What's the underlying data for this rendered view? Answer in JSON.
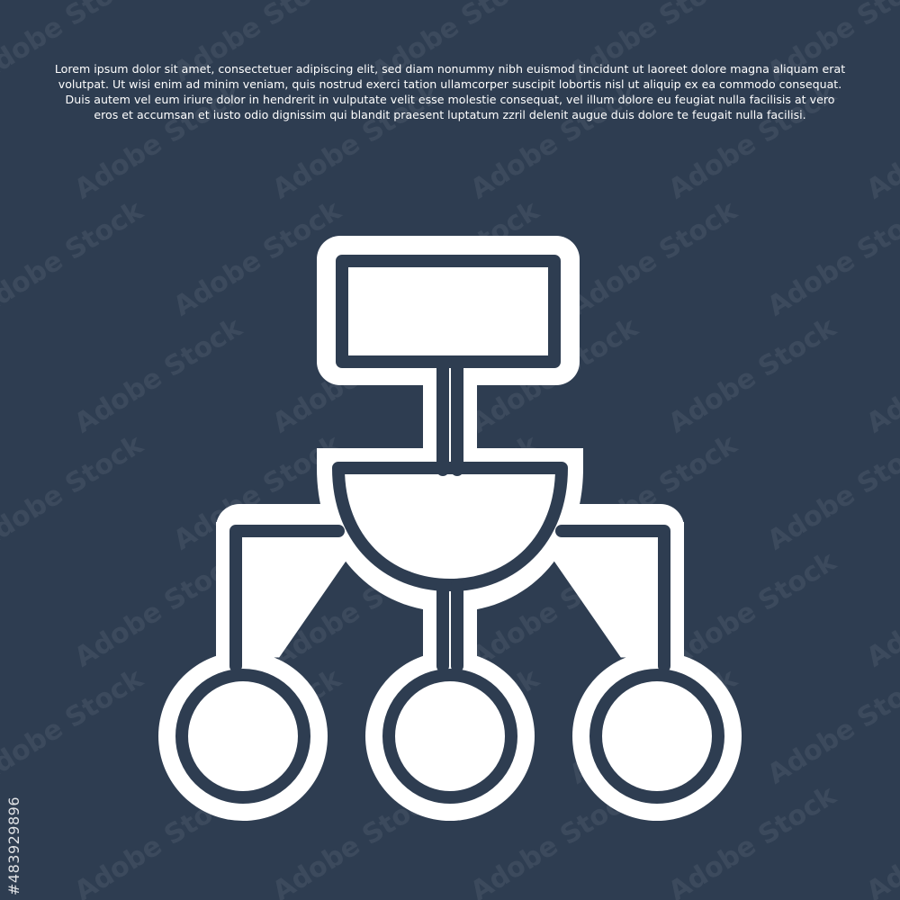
{
  "caption": "Lorem ipsum dolor sit amet, consectetuer adipiscing elit, sed diam nonummy nibh euismod tincidunt ut laoreet dolore magna aliquam erat volutpat. Ut wisi enim ad minim veniam, quis nostrud exerci tation ullamcorper suscipit lobortis nisl ut aliquip ex ea commodo consequat. Duis autem vel eum iriure dolor in hendrerit in vulputate velit esse molestie consequat, vel illum dolore eu feugiat nulla facilisis at vero eros et accumsan et iusto odio dignissim qui blandit praesent luptatum zzril delenit augue duis dolore te feugait nulla facilisi.",
  "watermark": "Adobe Stock",
  "stock_id": "#483929896",
  "icon": {
    "name": "hierarchy-network-icon",
    "foreground": "#ffffff",
    "background": "#2e3d51"
  }
}
